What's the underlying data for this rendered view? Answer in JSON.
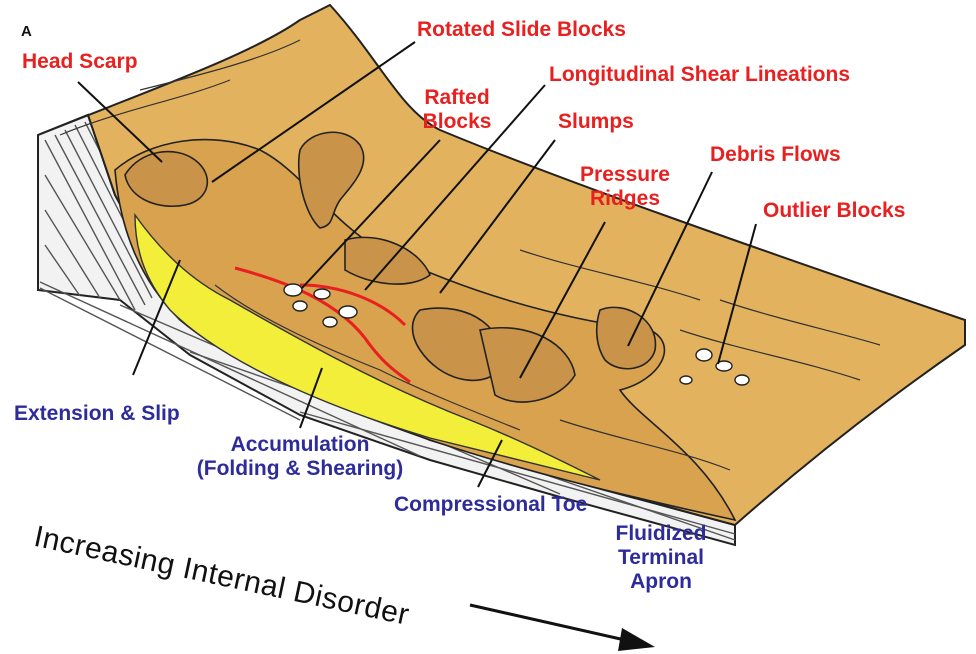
{
  "panel_letter": "A",
  "features": {
    "head_scarp": "Head Scarp",
    "rotated_slide_blocks": "Rotated Slide Blocks",
    "longitudinal_shear_lineations": "Longitudinal Shear Lineations",
    "rafted_blocks": [
      "Rafted",
      "Blocks"
    ],
    "slumps": "Slumps",
    "pressure_ridges": [
      "Pressure",
      "Ridges"
    ],
    "debris_flows": "Debris Flows",
    "outlier_blocks": "Outlier Blocks"
  },
  "processes": {
    "extension_slip": "Extension & Slip",
    "accumulation": [
      "Accumulation",
      "(Folding & Shearing)"
    ],
    "compressional_toe": "Compressional Toe",
    "fluidized_apron": [
      "Fluidized",
      "Terminal",
      "Apron"
    ]
  },
  "trend_label": "Increasing Internal Disorder",
  "colors": {
    "feature_label": "#e8201f",
    "process_label": "#2e2b9a",
    "slope_surface": "#e3b25e",
    "deposit_fill": "#f2ee3a",
    "strata": "#bfbfbf"
  }
}
